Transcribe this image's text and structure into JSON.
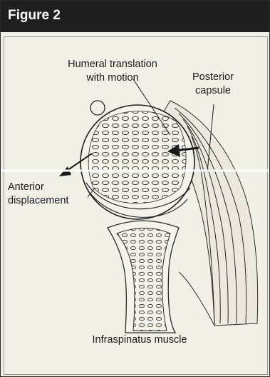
{
  "figure": {
    "title": "Figure 2"
  },
  "labels": {
    "humeral_line1": "Humeral translation",
    "humeral_line2": "with motion",
    "posterior_line1": "Posterior",
    "posterior_line2": "capsule",
    "anterior_line1": "Anterior",
    "anterior_line2": "displacement",
    "muscle": "Infraspinatus muscle"
  },
  "colors": {
    "title_bg": "#1f1f1f",
    "title_text": "#ffffff",
    "ink": "#1a1a1a",
    "paper": "#f2efe6"
  }
}
